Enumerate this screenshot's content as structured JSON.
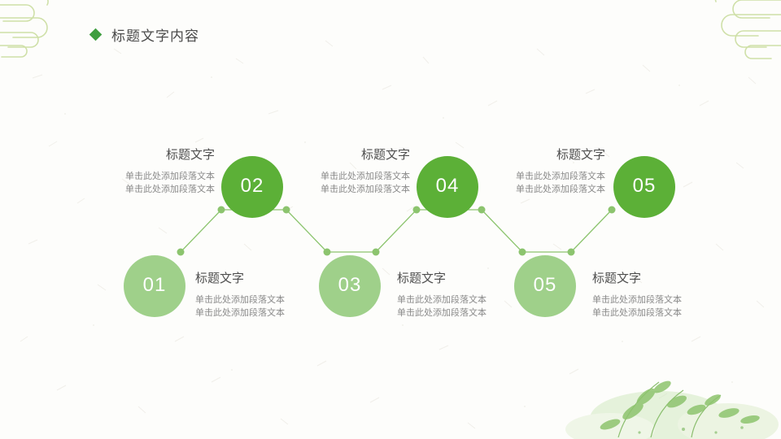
{
  "header": {
    "title": "标题文字内容",
    "bullet_icon": "diamond-icon",
    "accent_color": "#3f9e3f"
  },
  "theme": {
    "background": "#fdfdfb",
    "node_dark": "#5cb037",
    "node_light": "#9fd08a",
    "connector": "#8cc46e",
    "title_text": "#4f4f4f",
    "body_text": "#8a8a8a"
  },
  "nodes": [
    {
      "number": "01",
      "style": "light",
      "row": "bottom"
    },
    {
      "number": "02",
      "style": "dark",
      "row": "top"
    },
    {
      "number": "03",
      "style": "light",
      "row": "bottom"
    },
    {
      "number": "04",
      "style": "dark",
      "row": "top"
    },
    {
      "number": "05",
      "style": "light",
      "row": "bottom"
    },
    {
      "number": "05",
      "style": "dark",
      "row": "top"
    }
  ],
  "blocks": [
    {
      "id": "block-01",
      "title": "标题文字",
      "lines": [
        "单击此处添加段落文本",
        "单击此处添加段落文本"
      ]
    },
    {
      "id": "block-02",
      "title": "标题文字",
      "lines": [
        "单击此处添加段落文本",
        "单击此处添加段落文本"
      ]
    },
    {
      "id": "block-03",
      "title": "标题文字",
      "lines": [
        "单击此处添加段落文本",
        "单击此处添加段落文本"
      ]
    },
    {
      "id": "block-04",
      "title": "标题文字",
      "lines": [
        "单击此处添加段落文本",
        "单击此处添加段落文本"
      ]
    },
    {
      "id": "block-05",
      "title": "标题文字",
      "lines": [
        "单击此处添加段落文本",
        "单击此处添加段落文本"
      ]
    },
    {
      "id": "block-06",
      "title": "标题文字",
      "lines": [
        "单击此处添加段落文本",
        "单击此处添加段落文本"
      ]
    }
  ]
}
